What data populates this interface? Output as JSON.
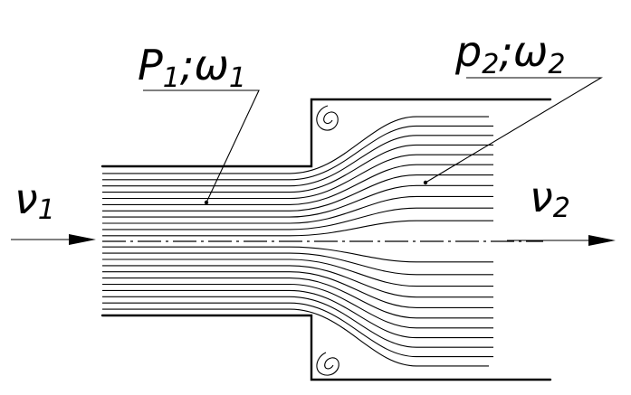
{
  "labels": {
    "region1": {
      "symbol": "P",
      "index1": "1",
      "sep": ";",
      "omega": "ω",
      "index2": "1"
    },
    "region2": {
      "symbol": "p",
      "index1": "2",
      "sep": ";",
      "omega": "ω",
      "index2": "2"
    },
    "velocity1": {
      "symbol": "ν",
      "index": "1"
    },
    "velocity2": {
      "symbol": "ν",
      "index": "2"
    }
  }
}
